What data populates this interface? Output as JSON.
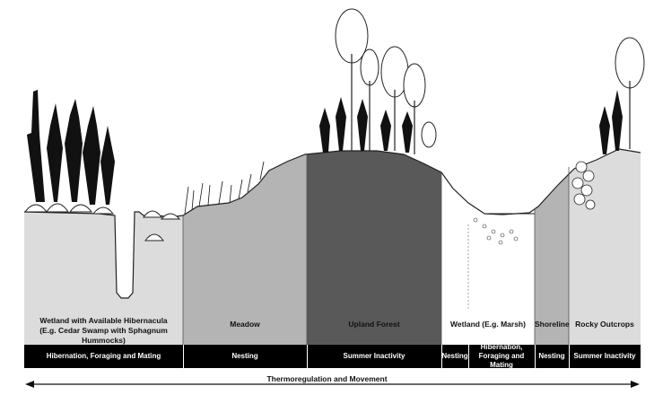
{
  "habitats": [
    {
      "id": "wetland-hibernacula",
      "lines": [
        "Wetland with Available Hibernacula",
        "(E.g. Cedar Swamp with Sphagnum Hummocks)"
      ]
    },
    {
      "id": "meadow",
      "lines": [
        "Meadow"
      ]
    },
    {
      "id": "upland-forest",
      "lines": [
        "Upland Forest"
      ]
    },
    {
      "id": "wetland-marsh",
      "lines": [
        "Wetland (E.g. Marsh)"
      ]
    },
    {
      "id": "shoreline",
      "lines": [
        "Shoreline"
      ]
    },
    {
      "id": "rocky-outcrops",
      "lines": [
        "Rocky Outcrops"
      ]
    }
  ],
  "activities": [
    {
      "id": "hibernation-foraging-mating",
      "lines": [
        "Hibernation, Foraging and Mating"
      ]
    },
    {
      "id": "nesting-meadow",
      "lines": [
        "Nesting"
      ]
    },
    {
      "id": "summer-inactivity-forest",
      "lines": [
        "Summer Inactivity"
      ]
    },
    {
      "id": "nesting-marsh",
      "lines": [
        "Nesting"
      ]
    },
    {
      "id": "hibernation-foraging-mating-marsh",
      "lines": [
        "Hibernation,",
        "Foraging and Mating"
      ]
    },
    {
      "id": "nesting-shoreline",
      "lines": [
        "Nesting"
      ]
    },
    {
      "id": "summer-inactivity-rocky",
      "lines": [
        "Summer Inactivity"
      ]
    }
  ],
  "movement_label": "Thermoregulation and Movement",
  "colors": {
    "wetland_fill": "#dcdcdc",
    "meadow_fill": "#b4b4b4",
    "forest_fill": "#595959",
    "marsh_fill": "#ffffff",
    "shoreline_fill": "#b4b4b4",
    "rocky_fill": "#dcdcdc",
    "activity_bar": "#000000"
  }
}
